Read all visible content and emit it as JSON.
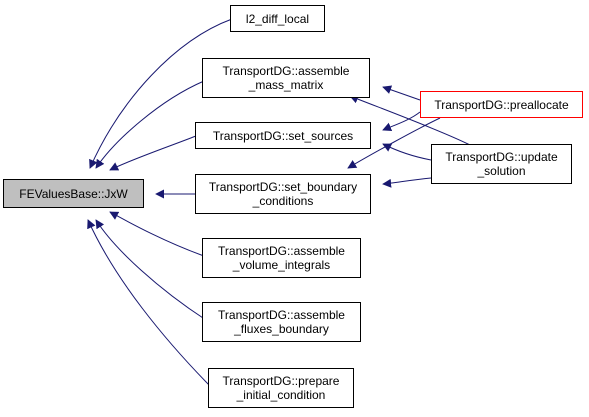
{
  "graph": {
    "nodes": {
      "jxw": {
        "lines": [
          "FEValuesBase::JxW"
        ]
      },
      "l2": {
        "lines": [
          "l2_diff_local"
        ]
      },
      "mass": {
        "lines": [
          "TransportDG::assemble",
          "_mass_matrix"
        ]
      },
      "sources": {
        "lines": [
          "TransportDG::set_sources"
        ]
      },
      "boundary": {
        "lines": [
          "TransportDG::set_boundary",
          "_conditions"
        ]
      },
      "volume": {
        "lines": [
          "TransportDG::assemble",
          "_volume_integrals"
        ]
      },
      "fluxes": {
        "lines": [
          "TransportDG::assemble",
          "_fluxes_boundary"
        ]
      },
      "initial": {
        "lines": [
          "TransportDG::prepare",
          "_initial_condition"
        ]
      },
      "prealloc": {
        "lines": [
          "TransportDG::preallocate"
        ]
      },
      "update": {
        "lines": [
          "TransportDG::update",
          "_solution"
        ]
      }
    },
    "colors": {
      "edge": "#191970",
      "node_border": "#000000",
      "highlight_border": "#ff0000",
      "root_fill": "#bfbfbf"
    }
  }
}
